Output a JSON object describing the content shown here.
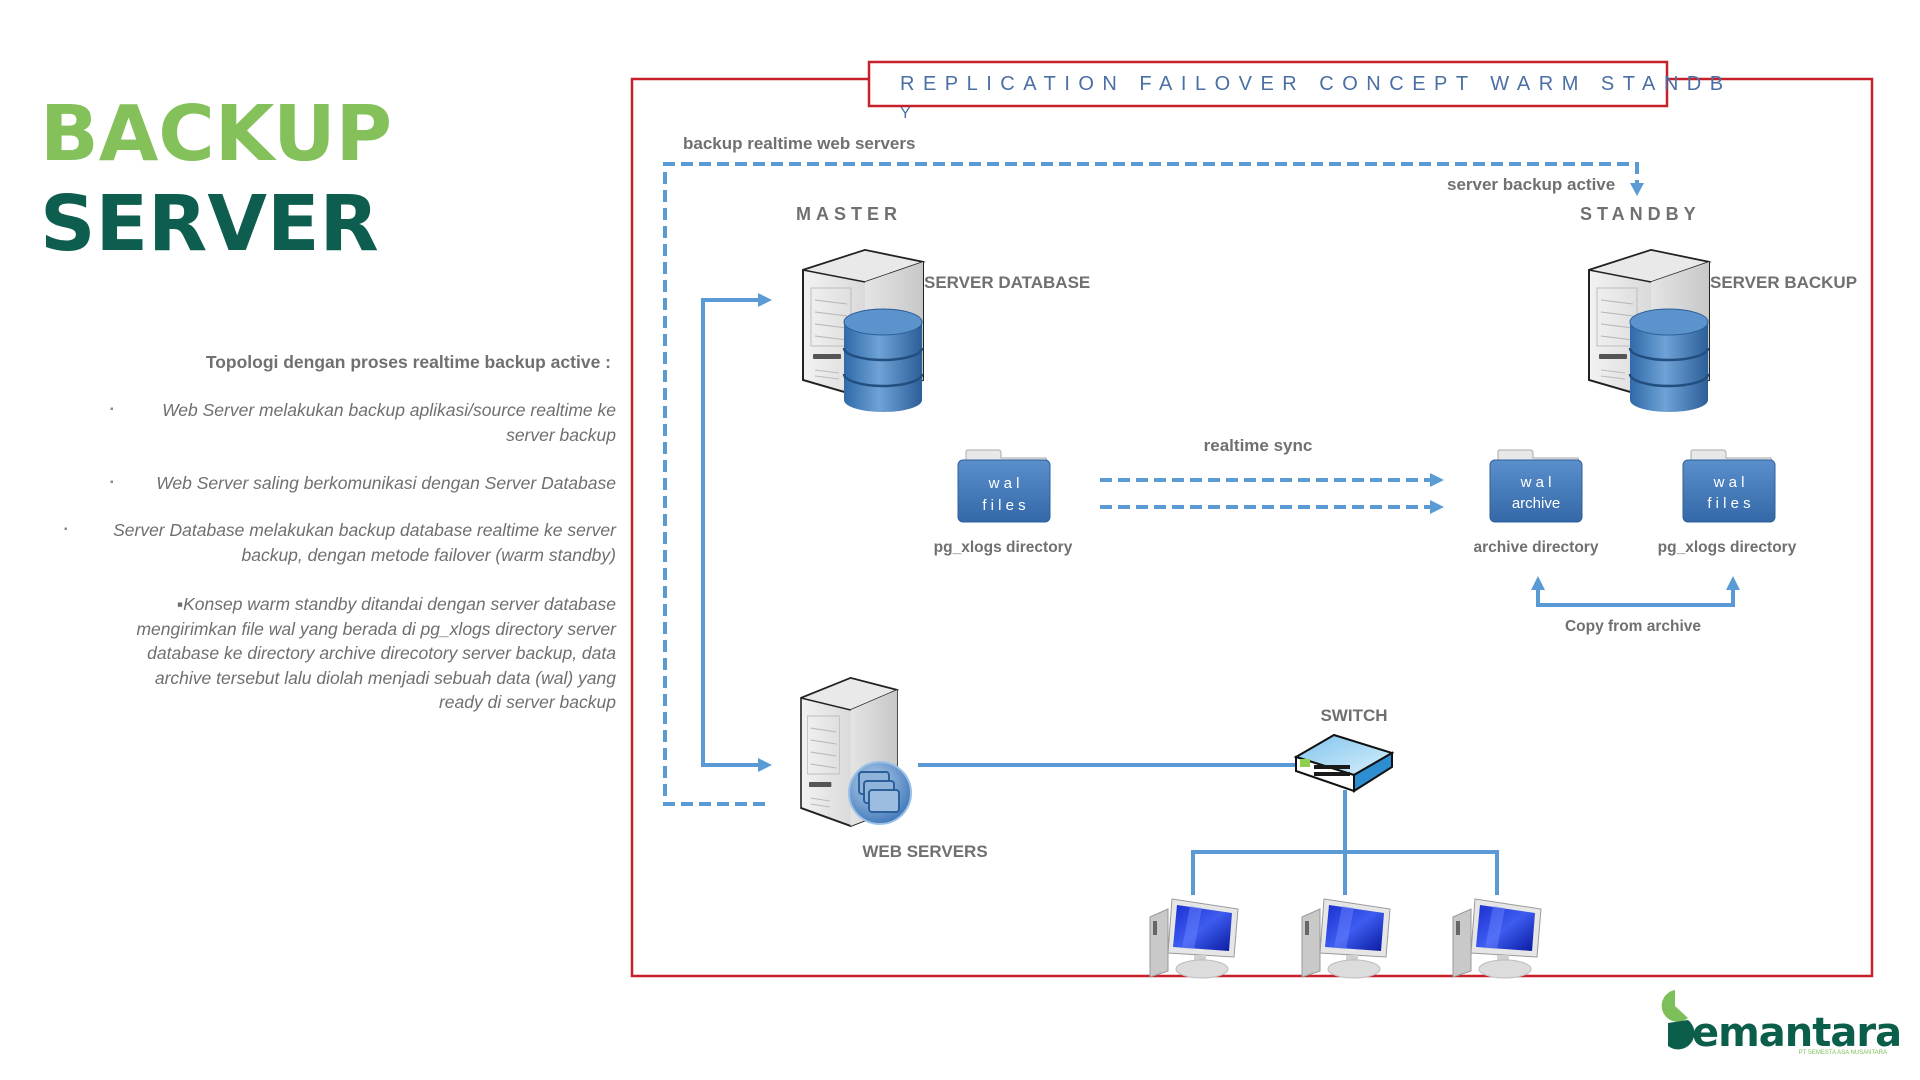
{
  "slide": {
    "title_line1": "BACKUP",
    "title_line2": "SERVER",
    "colors": {
      "accent_light_green": "#84c15a",
      "accent_dark_green": "#0d5e4f",
      "diagram_blue": "#5b9bd5",
      "frame_red": "#c8202a",
      "title_blue": "#4a6fa5",
      "text_gray": "#707070"
    }
  },
  "description": {
    "heading": "Topologi dengan proses realtime backup active :",
    "items": [
      {
        "lines": [
          "Web Server melakukan backup aplikasi/source realtime ke",
          "server backup"
        ]
      },
      {
        "lines": [
          "Web Server saling berkomunikasi dengan Server Database"
        ]
      },
      {
        "lines": [
          "Server Database melakukan backup database realtime ke server",
          "backup, dengan metode failover (warm standby)"
        ]
      },
      {
        "lines": [
          "▪Konsep warm standby ditandai dengan server database",
          "mengirimkan file wal yang berada di pg_xlogs directory server",
          "database ke directory archive direcotory server backup, data",
          "archive tersebut lalu diolah menjadi sebuah data (wal) yang",
          "ready di server backup"
        ]
      }
    ],
    "bullet": "▪"
  },
  "diagram": {
    "title": "REPLICATION FAILOVER CONCEPT WARM STANDB",
    "title_overflow": "Y",
    "labels": {
      "backup_web": "backup realtime web servers",
      "server_backup_active": "server backup active",
      "master": "MASTER",
      "standby": "STANDBY",
      "server_database": "SERVER DATABASE",
      "server_backup": "SERVER BACKUP",
      "realtime_sync": "realtime sync",
      "pg_xlogs_master": "pg_xlogs directory",
      "archive_directory": "archive directory",
      "pg_xlogs_standby": "pg_xlogs directory",
      "copy_from_archive": "Copy from archive",
      "switch": "SWITCH",
      "web_servers": "WEB SERVERS"
    },
    "folders": {
      "master_wal": {
        "line1": "w a l",
        "line2": "f i l e s"
      },
      "standby_archive": {
        "line1": "w a l",
        "line2": "archive"
      },
      "standby_wal": {
        "line1": "w a l",
        "line2": "f i l e s"
      }
    },
    "clients": 3
  },
  "logo": {
    "name": "Semantara",
    "subtitle": "PT SEMESTA ASA NUSANTARA"
  }
}
